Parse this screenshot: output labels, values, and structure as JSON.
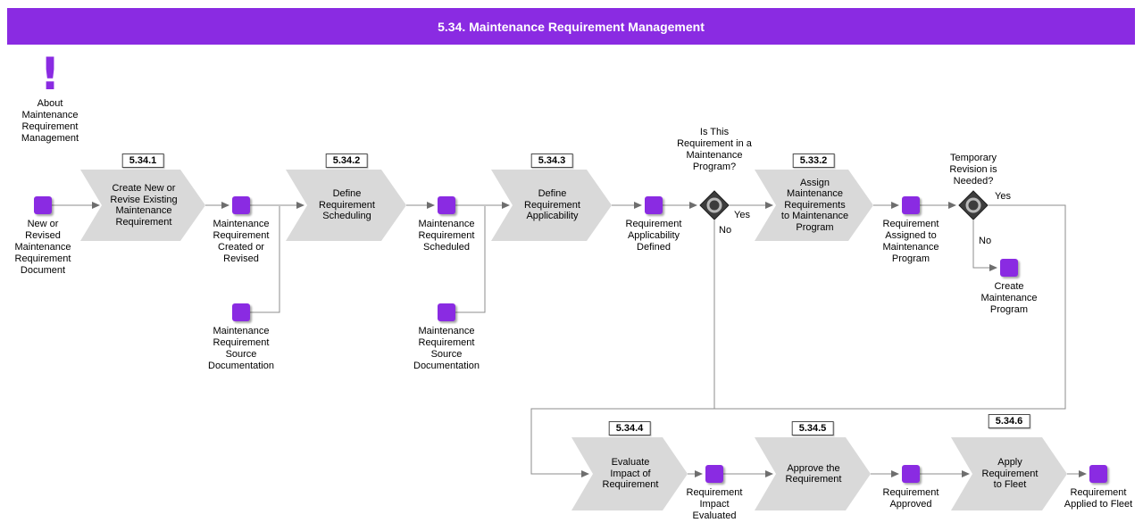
{
  "title": "5.34. Maintenance Requirement Management",
  "about": {
    "label": "About Maintenance Requirement Management"
  },
  "colors": {
    "header_bg": "#8A2BE2",
    "event_square": "#8A2BE2",
    "chevron_fill": "#D9D9D9",
    "connector": "#8C8C8C",
    "gateway_fill": "#3D3D3D"
  },
  "chevrons": [
    {
      "badge": "5.34.1",
      "label": "Create New or Revise Existing Maintenance Requirement"
    },
    {
      "badge": "5.34.2",
      "label": "Define Requirement Scheduling"
    },
    {
      "badge": "5.34.3",
      "label": "Define Requirement Applicability"
    },
    {
      "badge": "5.33.2",
      "label": "Assign Maintenance Requirements to Maintenance Program"
    },
    {
      "badge": "5.34.4",
      "label": "Evaluate Impact of Requirement"
    },
    {
      "badge": "5.34.5",
      "label": "Approve the Requirement"
    },
    {
      "badge": "5.34.6",
      "label": "Apply Requirement to Fleet"
    }
  ],
  "milestones": [
    {
      "label": "New or Revised Maintenance Requirement Document"
    },
    {
      "label": "Maintenance Requirement Created or Revised"
    },
    {
      "label": "Maintenance Requirement Source Documentation"
    },
    {
      "label": "Maintenance Requirement Scheduled"
    },
    {
      "label": "Maintenance Requirement Source Documentation"
    },
    {
      "label": "Requirement Applicability Defined"
    },
    {
      "label": "Requirement Assigned to Maintenance Program"
    },
    {
      "label": "Create Maintenance Program"
    },
    {
      "label": "Requirement Impact Evaluated"
    },
    {
      "label": "Requirement Approved"
    },
    {
      "label": "Requirement Applied to Fleet"
    }
  ],
  "gateways": [
    {
      "question": "Is This Requirement in a Maintenance Program?",
      "yes": "Yes",
      "no": "No"
    },
    {
      "question": "Temporary Revision is Needed?",
      "yes": "Yes",
      "no": "No"
    }
  ]
}
